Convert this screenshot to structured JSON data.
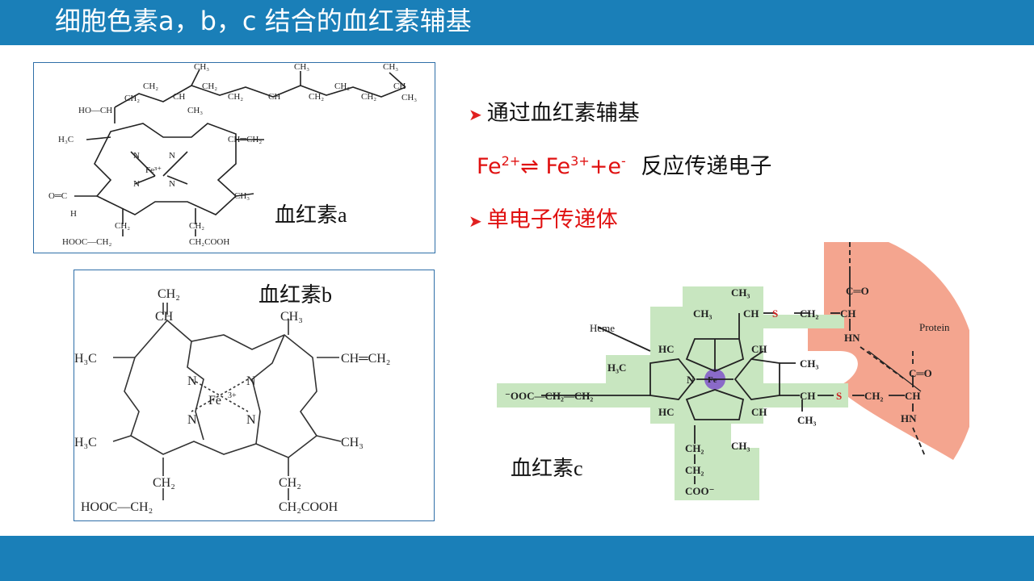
{
  "title": "细胞色素a，b，c 结合的血红素辅基",
  "colors": {
    "bar": "#1a7fb8",
    "red": "#e01010",
    "green": "#c8e6c0",
    "salmon": "#f4a58f"
  },
  "labels": {
    "heme_a": "血红素a",
    "heme_b": "血红素b",
    "heme_c": "血红素c"
  },
  "bullets": {
    "b1": "通过血红素辅基",
    "fe_left": "Fe",
    "fe_left_sup": "2+",
    "equilibrium": "⇌",
    "fe_right": "Fe",
    "fe_right_sup": "3+",
    "plus_e": "+e",
    "e_sup": "-",
    "fe_text": "反应传递电子",
    "b3": "单电子传递体"
  },
  "diagram_a": {
    "ch3_1": "CH₃",
    "ch3_2": "CH₃",
    "ch3_3": "CH₃",
    "ch2_1": "CH₂",
    "ch2_2": "CH₂",
    "ch_1": "CH",
    "ch2_3": "CH₂",
    "ch2_4": "CH₂",
    "ch_2": "CH",
    "ch2_5": "CH₂",
    "ch2_6": "CH₂",
    "ch2_7": "CH₂",
    "ch_3": "CH",
    "ch3_4": "CH₃",
    "hoch": "HO—CH",
    "ch3_r1": "CH₃",
    "h3c": "H₃C",
    "vinyl": "CH═CH₂",
    "n1": "N",
    "n2": "N",
    "n3": "N",
    "n4": "N",
    "fe": "Fe³⁺",
    "cho": "O═C",
    "h": "H",
    "ch3_r2": "CH₃",
    "ch2_l": "CH₂",
    "ch2_r": "CH₂",
    "hooc": "HOOC—CH₂",
    "cooh": "CH₂COOH"
  },
  "diagram_b": {
    "ch2_top": "CH₂",
    "ch_top": "CH",
    "ch3_top": "CH₃",
    "h3c_1": "H₃C",
    "vinyl": "CH═CH₂",
    "n1": "N",
    "n2": "N",
    "n3": "N",
    "n4": "N",
    "fe": "Fe",
    "fe_sup": "3+",
    "h3c_2": "H₃C",
    "ch3_r": "CH₃",
    "ch2_l": "CH₂",
    "ch2_r": "CH₂",
    "hooc": "HOOC—CH₂",
    "cooh": "CH₂COOH"
  },
  "diagram_c": {
    "heme": "Heme",
    "protein": "Protein",
    "ch3_top": "CH₃",
    "ch_top": "CH",
    "s_top": "S",
    "ch2_top": "CH₂",
    "ch_pt": "CH",
    "co_top": "C═O",
    "nh_top": "HN",
    "ch3_tl": "CH₃",
    "hc_l": "HC",
    "ch_r": "CH",
    "h3c": "H₃C",
    "ch3_r": "CH₃",
    "fe": "Fe",
    "n": "N",
    "ooc": "⁻OOC—CH₂—CH₂",
    "ch_mid": "CH",
    "s_mid": "S",
    "ch2_mid": "CH₂",
    "ch_pm": "CH",
    "co_mid": "C═O",
    "nh_mid": "HN",
    "hc_bl": "HC",
    "ch_br": "CH",
    "ch3_mr": "CH₃",
    "ch3_b": "CH₃",
    "ch2_b1": "CH₂",
    "ch2_b2": "CH₂",
    "coo": "COO⁻"
  }
}
